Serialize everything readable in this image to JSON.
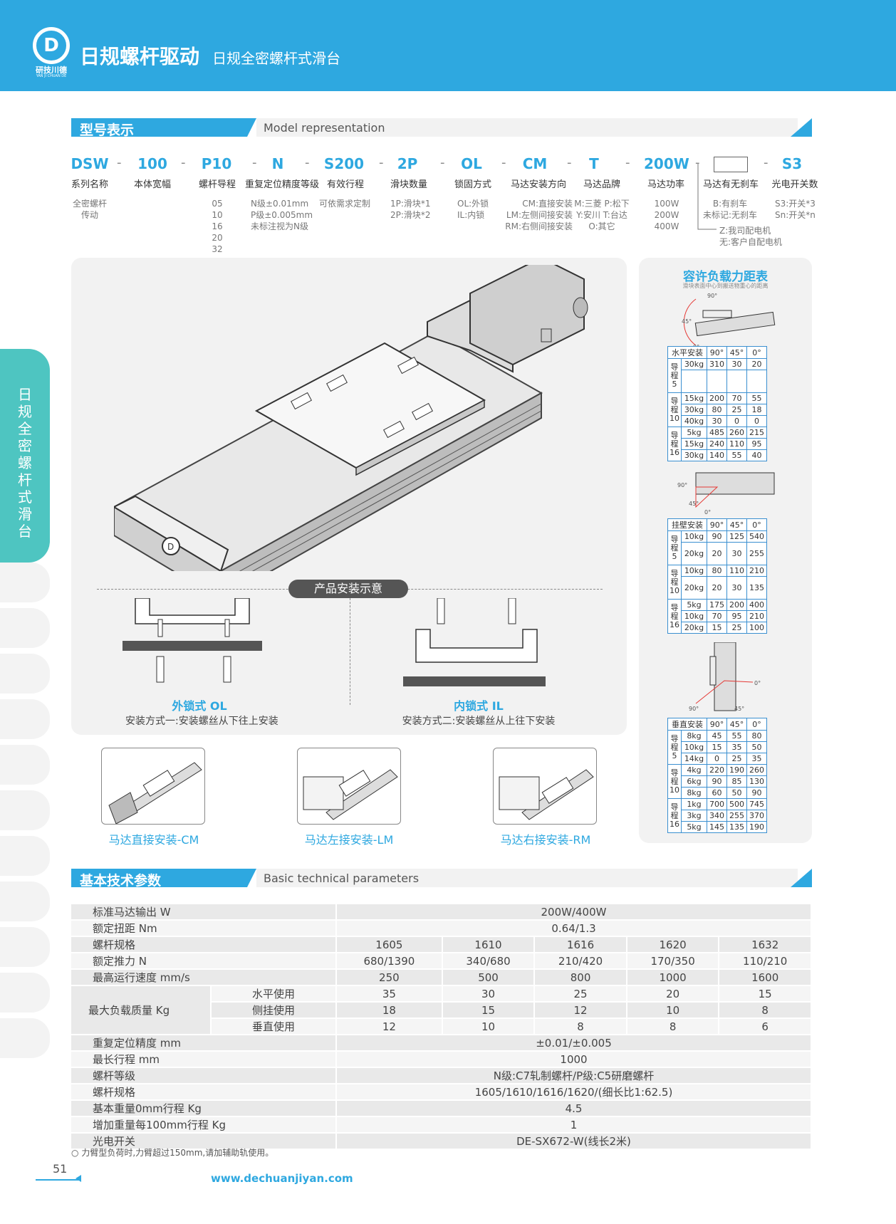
{
  "header": {
    "logo_cn": "研技川德",
    "logo_en": "YAN JI CHUAN DE",
    "title": "日规螺杆驱动",
    "subtitle": "日规全密螺杆式滑台"
  },
  "side_tab": "日规全密螺杆式滑台",
  "model_section": {
    "title_cn": "型号表示",
    "title_en": "Model representation"
  },
  "model": {
    "codes": [
      "DSW",
      "100",
      "P10",
      "N",
      "S200",
      "2P",
      "OL",
      "CM",
      "T",
      "200W",
      "S3"
    ],
    "labels": [
      "系列名称",
      "本体宽幅",
      "螺杆导程",
      "重复定位精度等级",
      "有效行程",
      "滑块数量",
      "锁固方式",
      "马达安装方向",
      "马达品牌",
      "马达功率",
      "马达有无刹车",
      "光电开关数"
    ],
    "options": {
      "series": "全密螺杆\n传动",
      "lead": "05\n10\n16\n20\n32",
      "accuracy": "N级±0.01mm\nP级±0.005mm\n未标注视为N级",
      "stroke": "可依需求定制",
      "slider": "1P:滑块*1\n2P:滑块*2",
      "lock": "OL:外锁\nIL:内锁",
      "direction": "CM:直接安装\nLM:左侧间接安装\nRM:右侧间接安装",
      "brand": "M:三菱 P:松下\nY:安川 T:台达\nO:其它",
      "power": "100W\n200W\n400W",
      "brake": "B:有刹车\n未标记:无刹车",
      "sensor": "S3:开关*3\nSn:开关*n",
      "motor_note": "Z:我司配电机\n无:客户自配电机"
    }
  },
  "install": {
    "pill": "产品安装示意",
    "ol_title": "外锁式 OL",
    "ol_desc": "安装方式一:安装螺丝从下往上安装",
    "il_title": "内锁式 IL",
    "il_desc": "安装方式二:安装螺丝从上往下安装"
  },
  "thumbs": [
    "马达直接安装-CM",
    "马达左接安装-LM",
    "马达右接安装-RM"
  ],
  "load": {
    "title": "容许负载力距表",
    "subtitle": "滑块表面中心到搬送物重心的距离",
    "angle_labels": {
      "a90": "90°",
      "a45": "45°",
      "a0": "0°"
    },
    "horizontal": {
      "header": [
        "水平安装",
        "90°",
        "45°",
        "0°"
      ],
      "groups": [
        {
          "lead": "导程5",
          "rows": [
            [
              "30kg",
              "310",
              "30",
              "20"
            ],
            [
              "",
              "",
              "",
              ""
            ]
          ]
        },
        {
          "lead": "导程10",
          "rows": [
            [
              "15kg",
              "200",
              "70",
              "55"
            ],
            [
              "30kg",
              "80",
              "25",
              "18"
            ],
            [
              "40kg",
              "30",
              "0",
              "0"
            ]
          ]
        },
        {
          "lead": "导程16",
          "rows": [
            [
              "5kg",
              "485",
              "260",
              "215"
            ],
            [
              "15kg",
              "240",
              "110",
              "95"
            ],
            [
              "30kg",
              "140",
              "55",
              "40"
            ]
          ]
        }
      ]
    },
    "wall": {
      "header": [
        "挂壁安装",
        "90°",
        "45°",
        "0°"
      ],
      "groups": [
        {
          "lead": "导程5",
          "rows": [
            [
              "10kg",
              "90",
              "125",
              "540"
            ],
            [
              "20kg",
              "20",
              "30",
              "255"
            ]
          ]
        },
        {
          "lead": "导程10",
          "rows": [
            [
              "10kg",
              "80",
              "110",
              "210"
            ],
            [
              "20kg",
              "20",
              "30",
              "135"
            ]
          ]
        },
        {
          "lead": "导程16",
          "rows": [
            [
              "5kg",
              "175",
              "200",
              "400"
            ],
            [
              "10kg",
              "70",
              "95",
              "210"
            ],
            [
              "20kg",
              "15",
              "25",
              "100"
            ]
          ]
        }
      ]
    },
    "vertical": {
      "header": [
        "垂直安装",
        "90°",
        "45°",
        "0°"
      ],
      "groups": [
        {
          "lead": "导程5",
          "rows": [
            [
              "8kg",
              "45",
              "55",
              "80"
            ],
            [
              "10kg",
              "15",
              "35",
              "50"
            ],
            [
              "14kg",
              "0",
              "25",
              "35"
            ]
          ]
        },
        {
          "lead": "导程10",
          "rows": [
            [
              "4kg",
              "220",
              "190",
              "260"
            ],
            [
              "6kg",
              "90",
              "85",
              "130"
            ],
            [
              "8kg",
              "60",
              "50",
              "90"
            ]
          ]
        },
        {
          "lead": "导程16",
          "rows": [
            [
              "1kg",
              "700",
              "500",
              "745"
            ],
            [
              "3kg",
              "340",
              "255",
              "370"
            ],
            [
              "5kg",
              "145",
              "135",
              "190"
            ]
          ]
        }
      ]
    }
  },
  "tech_section": {
    "title_cn": "基本技术参数",
    "title_en": "Basic technical parameters"
  },
  "tech": {
    "motor_output": [
      "标准马达输出 W",
      "200W/400W"
    ],
    "torque": [
      "额定扭距 Nm",
      "0.64/1.3"
    ],
    "screw_spec": [
      "螺杆规格",
      "1605",
      "1610",
      "1616",
      "1620",
      "1632"
    ],
    "thrust": [
      "额定推力 N",
      "680/1390",
      "340/680",
      "210/420",
      "170/350",
      "110/210"
    ],
    "speed": [
      "最高运行速度 mm/s",
      "250",
      "500",
      "800",
      "1000",
      "1600"
    ],
    "max_load_label": "最大负载质量 Kg",
    "load_horizontal": [
      "水平使用",
      "35",
      "30",
      "25",
      "20",
      "15"
    ],
    "load_side": [
      "侧挂使用",
      "18",
      "15",
      "12",
      "10",
      "8"
    ],
    "load_vertical": [
      "垂直使用",
      "12",
      "10",
      "8",
      "8",
      "6"
    ],
    "repeat_acc": [
      "重复定位精度 mm",
      "±0.01/±0.005"
    ],
    "max_stroke": [
      "最长行程 mm",
      "1000"
    ],
    "screw_grade": [
      "螺杆等级",
      "N级:C7轧制螺杆/P级:C5研磨螺杆"
    ],
    "screw_spec2": [
      "螺杆规格",
      "1605/1610/1616/1620/(细长比1:62.5)"
    ],
    "base_weight": [
      "基本重量0mm行程 Kg",
      "4.5"
    ],
    "add_weight": [
      "增加重量每100mm行程 Kg",
      "1"
    ],
    "photo_switch": [
      "光电开关",
      "DE-SX672-W(线长2米)"
    ]
  },
  "footnote": "力臂型负荷时,力臂超过150mm,请加辅助轨使用。",
  "page_number": "51",
  "website": "www.dechuanjiyan.com",
  "colors": {
    "accent": "#2ea8e0",
    "side_tab": "#4ec5c1"
  }
}
